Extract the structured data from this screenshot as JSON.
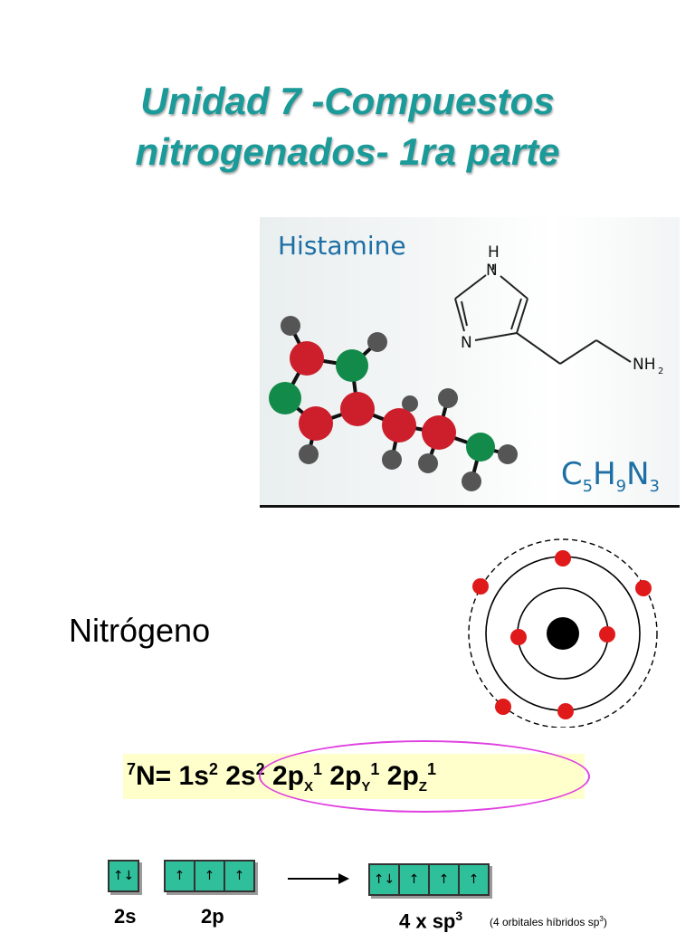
{
  "title": {
    "line1": "Unidad 7 -Compuestos",
    "line2": "nitrogenados- 1ra parte"
  },
  "histamine": {
    "name": "Histamine",
    "formula": {
      "c": "C",
      "c_n": "5",
      "h": "H",
      "h_n": "9",
      "n": "N",
      "n_n": "3"
    },
    "structure_labels": {
      "nh_h": "H",
      "nh_n": "N",
      "ring_n": "N",
      "amine": "NH",
      "amine_sub": "2"
    },
    "colors": {
      "carbon": "#cc1e2b",
      "nitrogen": "#128a4a",
      "hydrogen": "#555555",
      "label": "#1d6fa5"
    }
  },
  "element_label": "Nitrógeno",
  "electron_config": {
    "sup_atomic": "7",
    "symbol": "N= 1s",
    "e1s": "2",
    "s2": " 2s",
    "e2s": "2",
    "px": " 2p",
    "px_sub": "X",
    "px_e": "1",
    "py": " 2p",
    "py_sub": "Y",
    "py_e": "1",
    "pz": " 2p",
    "pz_sub": "Z",
    "pz_e": "1",
    "highlight_color": "#ffffcc",
    "ellipse_color": "#e040e0"
  },
  "orbitals": {
    "s_label": "2s",
    "p_label": "2p",
    "hybrid_label": "4 x sp",
    "hybrid_sup": "3",
    "s_boxes": [
      "↑↓"
    ],
    "p_boxes": [
      "↑",
      "↑",
      "↑"
    ],
    "hybrid_boxes": [
      "↑↓",
      "↑",
      "↑",
      "↑"
    ],
    "note": "(4 orbitales híbridos sp",
    "note_sup": "3",
    "note_end": ")",
    "box_color": "#2fbf9a"
  },
  "atom": {
    "nucleus_color": "#000000",
    "electron_color": "#e01a1a"
  }
}
